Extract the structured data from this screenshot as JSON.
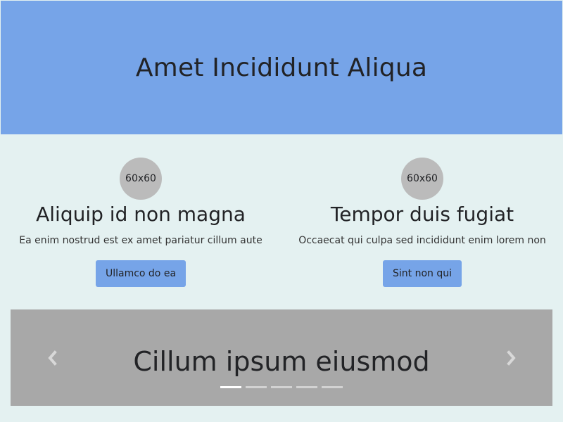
{
  "hero": {
    "title": "Amet Incididunt Aliqua"
  },
  "features": [
    {
      "avatar": "60x60",
      "title": "Aliquip id non magna",
      "text": "Ea enim nostrud est ex amet pariatur cillum aute",
      "button": "Ullamco do ea"
    },
    {
      "avatar": "60x60",
      "title": "Tempor duis fugiat",
      "text": "Occaecat qui culpa sed incididunt enim lorem non",
      "button": "Sint non qui"
    }
  ],
  "carousel": {
    "title": "Cillum ipsum eiusmod",
    "prev_icon": "chevron-left-icon",
    "next_icon": "chevron-right-icon",
    "indicator_count": 5,
    "active_indicator": 1
  },
  "colors": {
    "hero_background": "#76a4e8",
    "page_background": "#e4f1f1",
    "carousel_background": "#a8a8a8",
    "button_background": "#76a4e8",
    "text": "#222326"
  }
}
